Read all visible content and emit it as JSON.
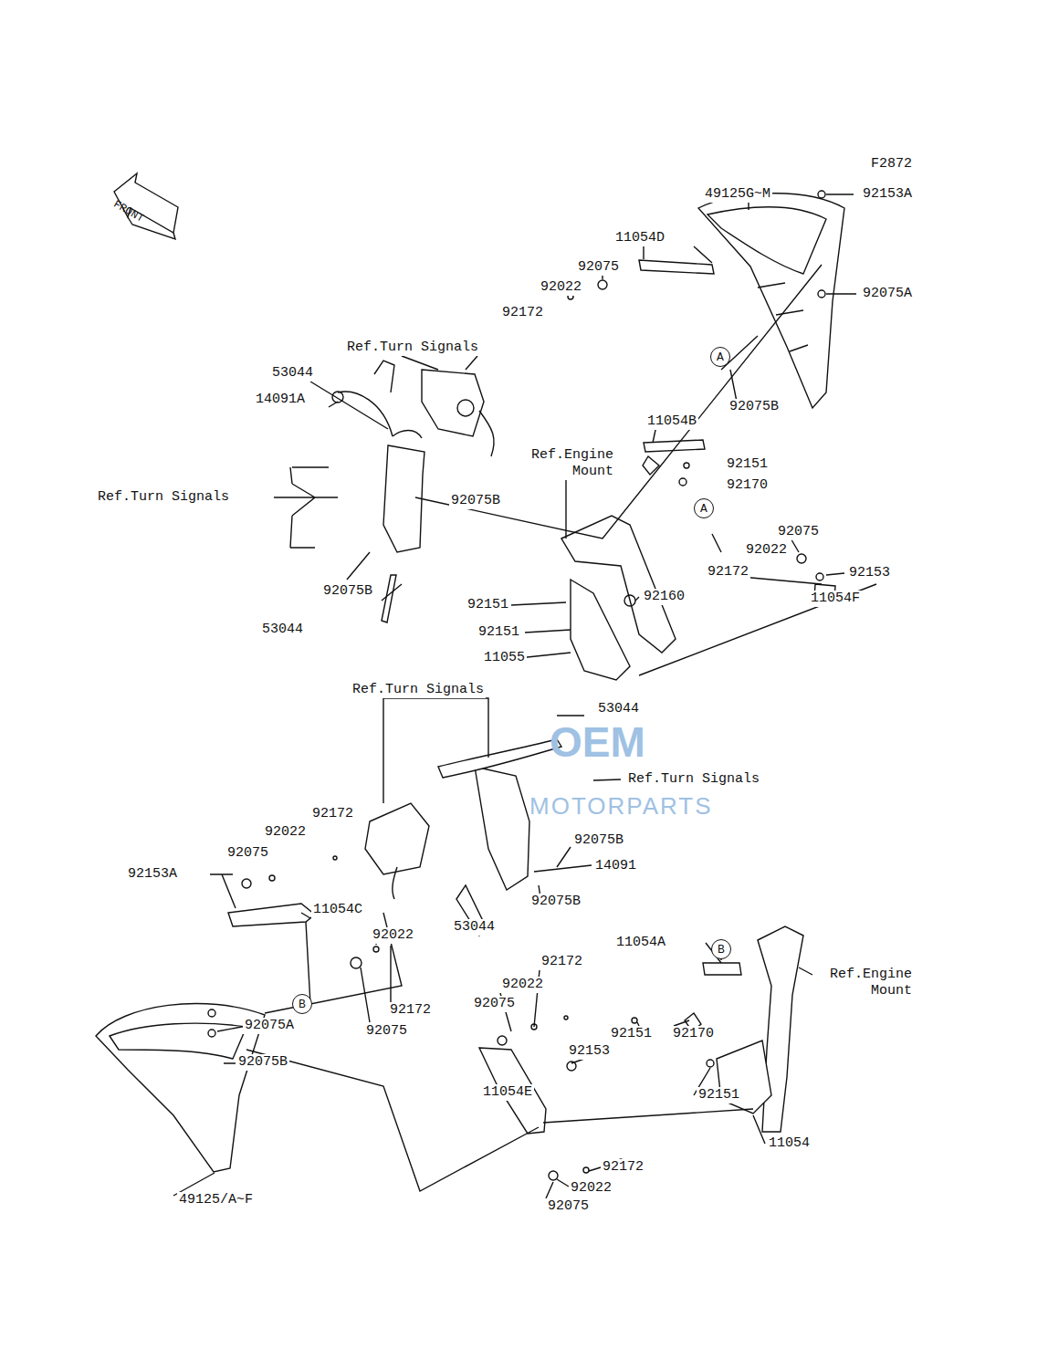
{
  "diagram": {
    "nodes": [
      {
        "text": [
          "A"
        ]
      },
      {
        "text": [
          "A"
        ]
      },
      {
        "text": [
          "B"
        ]
      },
      {
        "text": [
          "B"
        ]
      }
    ],
    "labels": [
      "F2872",
      "FRONT",
      "49125G~M",
      "92153A",
      "11054D",
      "92075",
      "92022",
      "92075A",
      "92172",
      "Ref.Turn Signals",
      "53044",
      "14091A",
      "92075B",
      "11054B",
      "Ref.Engine Mount",
      "92151",
      "92170",
      "Ref.Turn Signals",
      "92075B",
      "92075",
      "92022",
      "92172",
      "92153",
      "92075B",
      "92160",
      "11054F",
      "92151",
      "53044",
      "92151",
      "11055",
      "Ref.Turn Signals",
      "53044",
      "Ref.Turn Signals",
      "92172",
      "92022",
      "92075B",
      "92075",
      "14091",
      "92153A",
      "92075B",
      "11054C",
      "53044",
      "92022",
      "11054A",
      "92172",
      "Ref.Engine Mount",
      "92022",
      "92075",
      "92172",
      "92075A",
      "92075",
      "92151",
      "92170",
      "92153",
      "92075B",
      "11054E",
      "92151",
      "11054",
      "92172",
      "92022",
      "49125/A~F",
      "92075",
      "OEM",
      "MOTORPARTS"
    ]
  }
}
